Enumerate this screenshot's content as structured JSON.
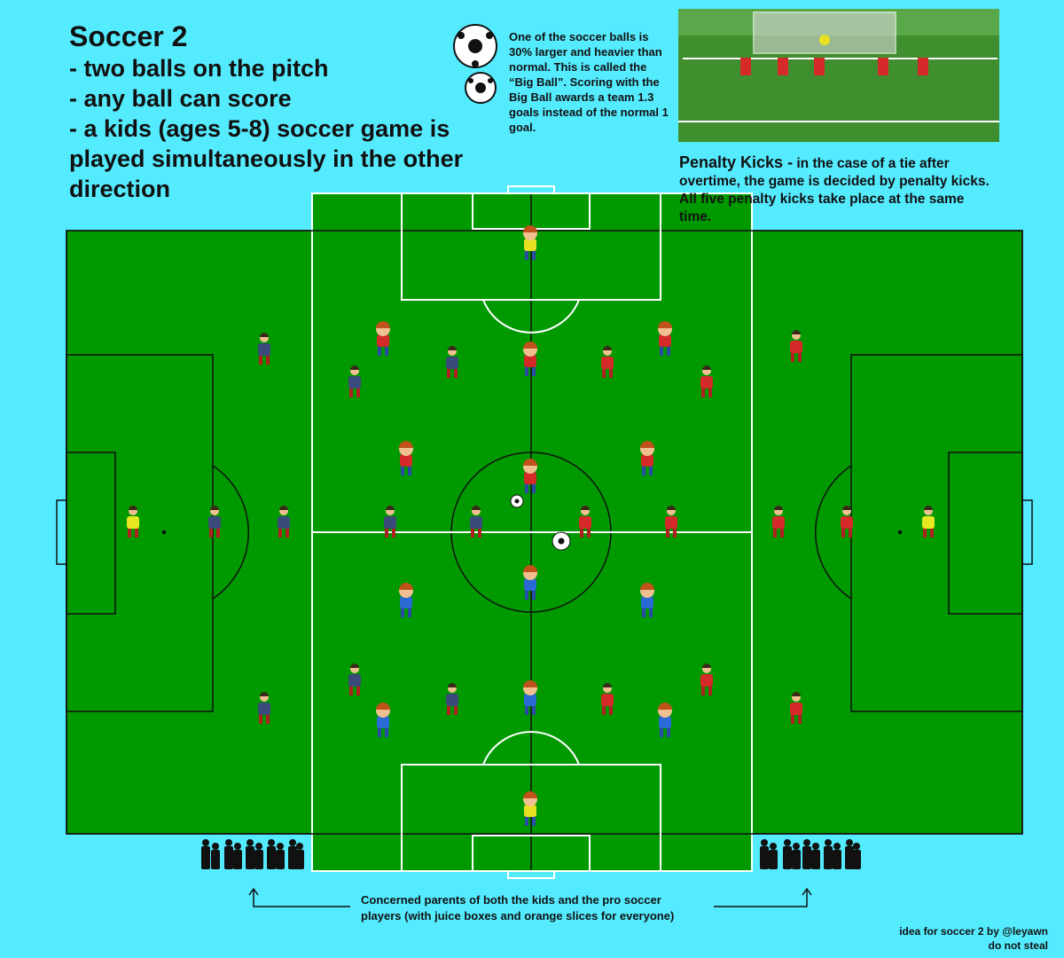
{
  "title": {
    "heading": "Soccer 2",
    "lines": [
      "- two balls on the pitch",
      "- any ball can score",
      "- a kids (ages 5-8) soccer game is",
      "played simultaneously in the other",
      "direction"
    ]
  },
  "big_ball_note": "One of the soccer balls is 30% larger and heavier than normal. This is called the “Big Ball”. Scoring with the Big Ball awards a team 1.3 goals instead of the normal 1 goal.",
  "penalty_kicks": {
    "heading": "Penalty Kicks -",
    "text": "in the case of a tie after overtime, the game is decided by penalty kicks. All five penalty kicks take place at the same time."
  },
  "parents_note": "Concerned parents of both the kids and the pro soccer players (with juice boxes and orange slices for everyone)",
  "credit": [
    "idea for soccer 2 by @leyawn",
    "do not steal"
  ],
  "colors": {
    "background": "#55ebff",
    "pitch": "#009900",
    "team_blue": "#3a4a7a",
    "team_red": "#d42a2a",
    "goalkeeper": "#e8e820",
    "kid_hair": "#c0521c"
  }
}
